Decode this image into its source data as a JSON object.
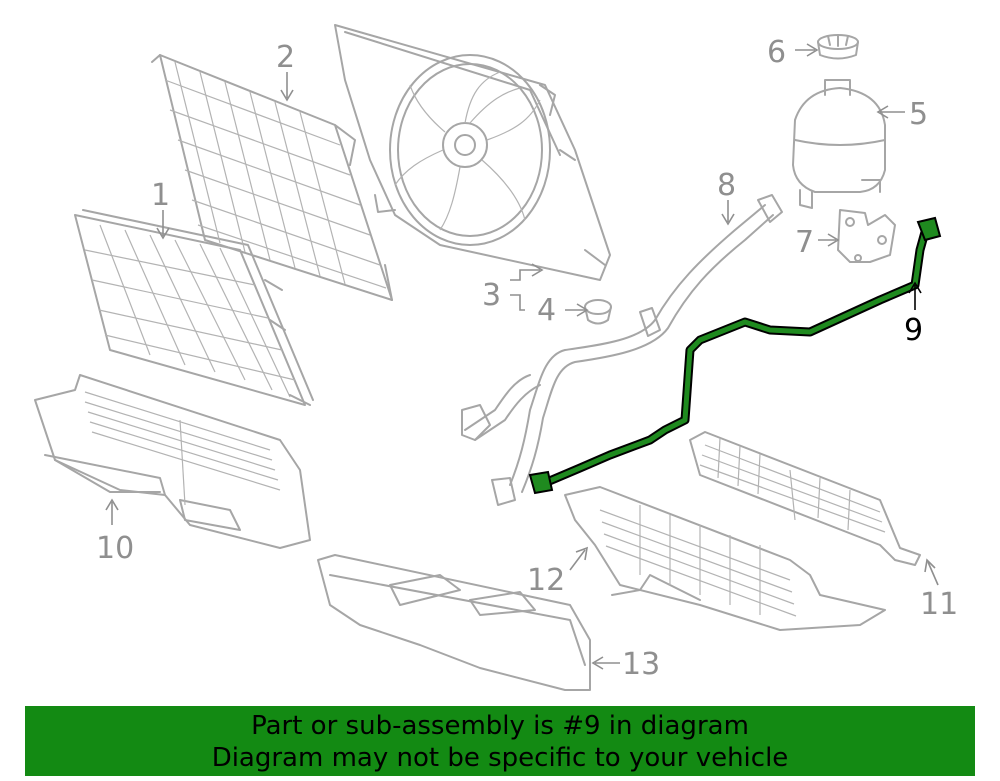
{
  "callouts": [
    {
      "id": "1",
      "label": "1"
    },
    {
      "id": "2",
      "label": "2"
    },
    {
      "id": "3",
      "label": "3"
    },
    {
      "id": "4",
      "label": "4"
    },
    {
      "id": "5",
      "label": "5"
    },
    {
      "id": "6",
      "label": "6"
    },
    {
      "id": "7",
      "label": "7"
    },
    {
      "id": "8",
      "label": "8"
    },
    {
      "id": "9",
      "label": "9"
    },
    {
      "id": "10",
      "label": "10"
    },
    {
      "id": "11",
      "label": "11"
    },
    {
      "id": "12",
      "label": "12"
    },
    {
      "id": "13",
      "label": "13"
    }
  ],
  "highlighted_part": "9",
  "colors": {
    "highlight": "#1f8a1f",
    "banner": "#138a13",
    "parts": "#a6a6a6"
  },
  "banner": {
    "line1": "Part or sub-assembly is #9 in diagram",
    "line2": "Diagram may not be specific to your vehicle"
  }
}
